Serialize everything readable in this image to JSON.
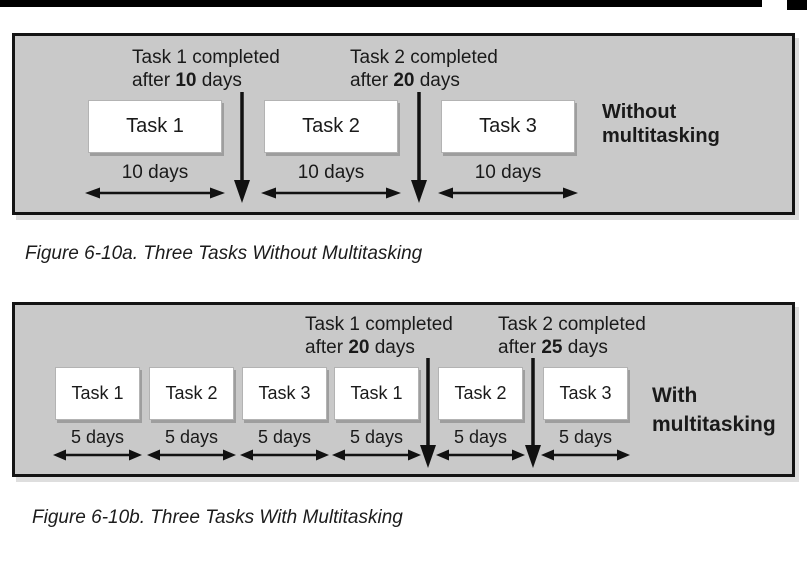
{
  "colors": {
    "panel_background": "#c9c9c9",
    "panel_border": "#141414",
    "task_box_background": "#ffffff",
    "task_box_shadow": "#9e9e9e",
    "text": "#1a1a1a",
    "page_background": "#ffffff"
  },
  "figure_a": {
    "annotations": [
      {
        "line1": "Task 1 completed",
        "line2_pre": "after ",
        "line2_value": "10",
        "line2_post": " days"
      },
      {
        "line1": "Task 2 completed",
        "line2_pre": "after ",
        "line2_value": "20",
        "line2_post": " days"
      }
    ],
    "tasks": [
      {
        "label": "Task 1",
        "duration": "10 days"
      },
      {
        "label": "Task 2",
        "duration": "10 days"
      },
      {
        "label": "Task 3",
        "duration": "10 days"
      }
    ],
    "side_label": {
      "line1": "Without",
      "line2": "multitasking"
    },
    "caption": "Figure 6-10a. Three Tasks Without Multitasking"
  },
  "figure_b": {
    "annotations": [
      {
        "line1": "Task 1 completed",
        "line2_pre": "after ",
        "line2_value": "20",
        "line2_post": " days"
      },
      {
        "line1": "Task 2 completed",
        "line2_pre": "after ",
        "line2_value": "25",
        "line2_post": " days"
      }
    ],
    "tasks": [
      {
        "label": "Task 1",
        "duration": "5 days"
      },
      {
        "label": "Task 2",
        "duration": "5 days"
      },
      {
        "label": "Task 3",
        "duration": "5 days"
      },
      {
        "label": "Task 1",
        "duration": "5 days"
      },
      {
        "label": "Task 2",
        "duration": "5 days"
      },
      {
        "label": "Task 3",
        "duration": "5 days"
      }
    ],
    "side_label": {
      "line1": "With",
      "line2": "multitasking"
    },
    "caption": "Figure 6-10b. Three Tasks With Multitasking"
  }
}
